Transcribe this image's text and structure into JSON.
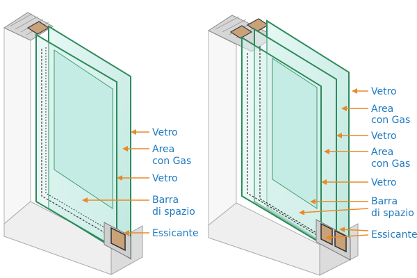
{
  "colors": {
    "label": "#1f7ac0",
    "arrow": "#e8892a",
    "frame_light": "#f4f4f4",
    "frame_mid": "#d9d9d9",
    "frame_dark": "#b8b8b8",
    "glass_edge": "#2e8a5c",
    "glass_fill": "#cfeee8",
    "spacer": "#3a3a3a",
    "desiccant": "#c9a27a"
  },
  "left_window": {
    "labels": {
      "glass_outer": "Vetro",
      "gas_area_1": "Area",
      "gas_area_2": "con Gas",
      "glass_inner": "Vetro",
      "spacer_1": "Barra",
      "spacer_2": "di spazio",
      "desiccant": "Essicante"
    }
  },
  "right_window": {
    "labels": {
      "glass_1": "Vetro",
      "gas_area_a1": "Area",
      "gas_area_a2": "con Gas",
      "glass_2": "Vetro",
      "gas_area_b1": "Area",
      "gas_area_b2": "con Gas",
      "glass_3": "Vetro",
      "spacer_1": "Barra",
      "spacer_2": "di spazio",
      "desiccant": "Essicante"
    }
  }
}
